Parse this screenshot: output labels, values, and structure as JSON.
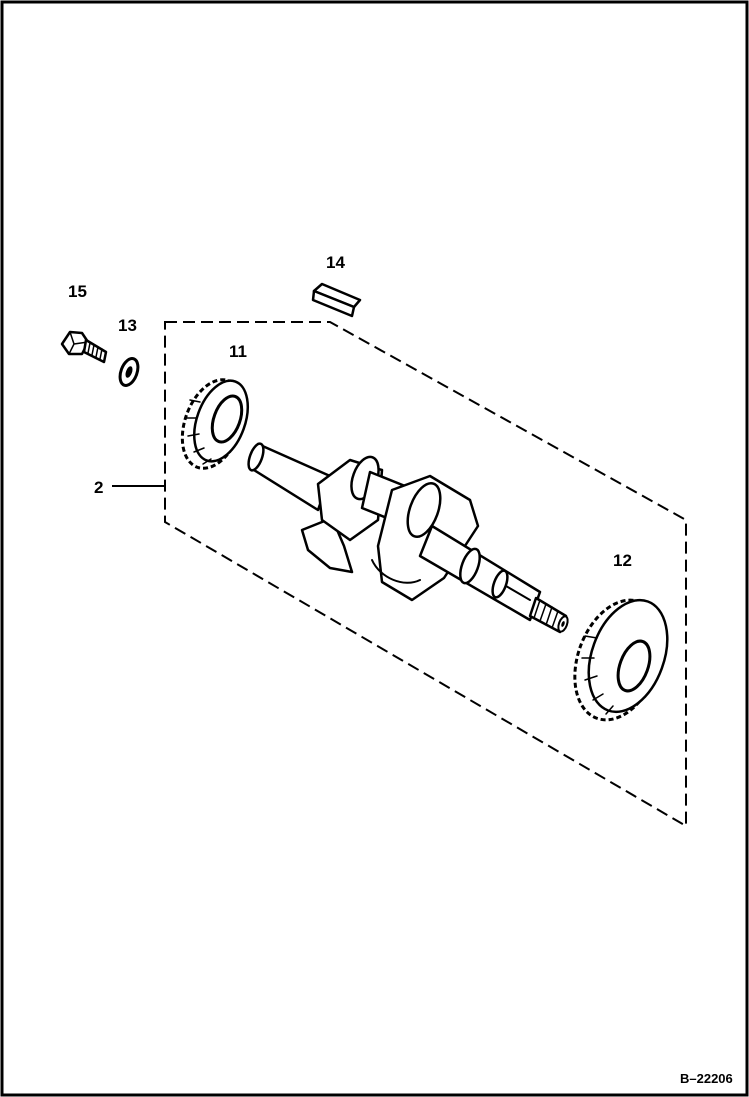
{
  "diagram": {
    "callouts": {
      "assembly": "2",
      "gear_upper": "11",
      "gear_lower": "12",
      "washer": "13",
      "key": "14",
      "bolt": "15"
    },
    "reference_code": "B–22206"
  }
}
